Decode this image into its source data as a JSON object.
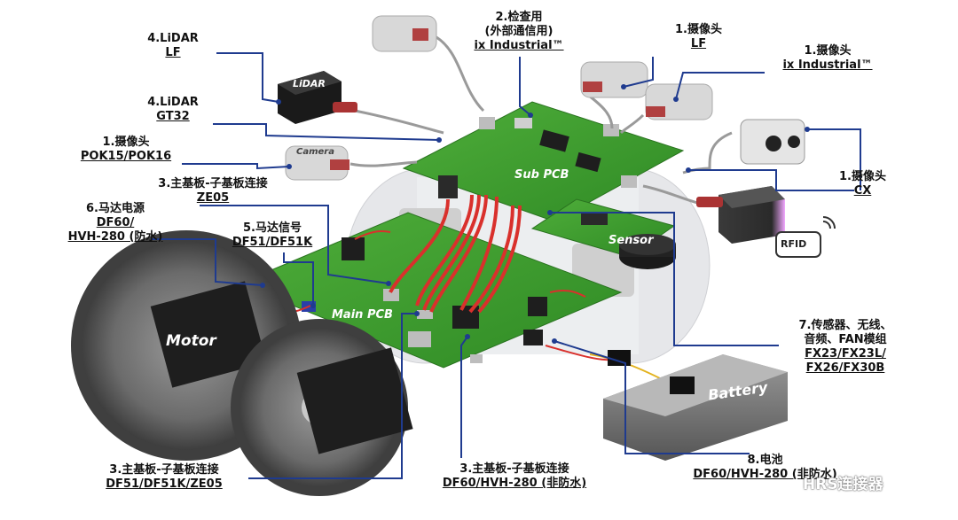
{
  "colors": {
    "leader": "#1f3b8f",
    "pcb": "#3d9a2e",
    "pcb_dark": "#2a7320",
    "cable_red": "#d9302c",
    "frame": "#dcdde0"
  },
  "components": {
    "lidar": "LiDAR",
    "camera": "Camera",
    "sub_pcb": "Sub PCB",
    "sensor": "Sensor",
    "main_pcb": "Main PCB",
    "motor": "Motor",
    "battery": "Battery",
    "rfid": "RFID"
  },
  "callouts": {
    "lidar_lf": [
      "4.LiDAR",
      "LF"
    ],
    "check": [
      "2.检查用",
      "(外部通信用)",
      "ix Industrial™"
    ],
    "cam_lf": [
      "1.摄像头",
      "LF"
    ],
    "cam_ix": [
      "1.摄像头",
      "ix Industrial™"
    ],
    "lidar_gt32": [
      "4.LiDAR",
      "GT32"
    ],
    "cam_pok": [
      "1.摄像头",
      "POK15/POK16"
    ],
    "board_ze05": [
      "3.主基板-子基板连接",
      "ZE05"
    ],
    "cam_cx": [
      "1.摄像头",
      "CX"
    ],
    "motor_power": [
      "6.马达电源",
      "DF60/",
      "HVH-280 (防水)"
    ],
    "motor_signal": [
      "5.马达信号",
      "DF51/DF51K"
    ],
    "sensor_module": [
      "7.传感器、无线、",
      "音频、FAN模组",
      "FX23/FX23L/",
      "FX26/FX30B"
    ],
    "board_df51": [
      "3.主基板-子基板连接",
      "DF51/DF51K/ZE05"
    ],
    "board_df60": [
      "3.主基板-子基板连接",
      "DF60/HVH-280 (非防水)"
    ],
    "battery": [
      "8.电池",
      "DF60/HVH-280 (非防水)"
    ]
  },
  "watermark": "HRS连接器"
}
